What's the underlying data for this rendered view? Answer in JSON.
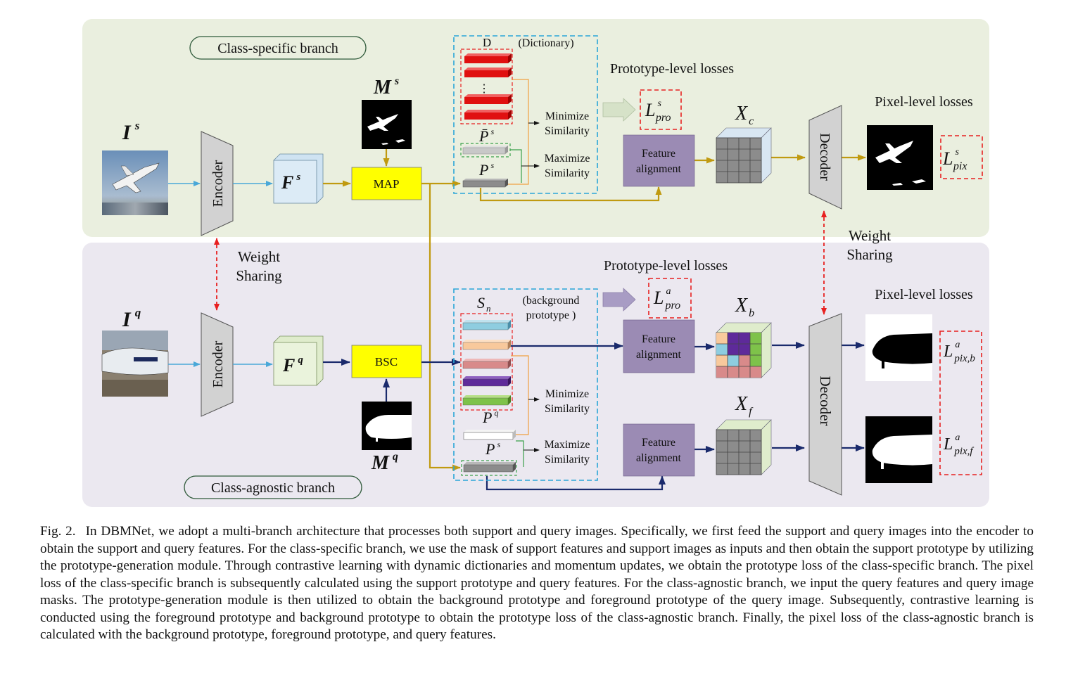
{
  "branches": {
    "specific": {
      "title": "Class-specific branch",
      "bg": "#eaefdf"
    },
    "agnostic": {
      "title": "Class-agnostic branch",
      "bg": "#ebe8f0"
    }
  },
  "labels": {
    "encoder": "Encoder",
    "decoder": "Decoder",
    "map": "MAP",
    "bsc": "BSC",
    "feature_alignment_1": "Feature",
    "feature_alignment_2": "alignment",
    "weight": "Weight",
    "sharing": "Sharing",
    "dictionary_d": "D",
    "dictionary": "(Dictionary)",
    "bg_proto_1": "(background",
    "bg_proto_2": "prototype )",
    "minimize": "Minimize",
    "maximize": "Maximize",
    "similarity": "Similarity",
    "prototype_losses": "Prototype-level losses",
    "pixel_losses": "Pixel-level losses",
    "ellipsis": "⋮"
  },
  "symbols": {
    "Is": {
      "base": "I",
      "sup": "s"
    },
    "Iq": {
      "base": "I",
      "sup": "q"
    },
    "Fs": {
      "base": "F",
      "sup": "s"
    },
    "Fq": {
      "base": "F",
      "sup": "q"
    },
    "Ms": {
      "base": "M",
      "sup": "s"
    },
    "Mq": {
      "base": "M",
      "sup": "q"
    },
    "Ps": {
      "base": "P",
      "sup": "s"
    },
    "Pq": {
      "base": "P",
      "sup": "q"
    },
    "Pbar": {
      "base": "P̄",
      "sup": "s"
    },
    "Sn": {
      "base": "S",
      "sub": "n"
    },
    "Xc": {
      "base": "X",
      "sub": "c"
    },
    "Xb": {
      "base": "X",
      "sub": "b"
    },
    "Xf": {
      "base": "X",
      "sub": "f"
    },
    "Lpro_s": {
      "base": "L",
      "sup": "s",
      "sub": "pro"
    },
    "Lpro_a": {
      "base": "L",
      "sup": "a",
      "sub": "pro"
    },
    "Lpix_s": {
      "base": "L",
      "sup": "s",
      "sub": "pix"
    },
    "Lpix_ab": {
      "base": "L",
      "sup": "a",
      "sub": "pix,b"
    },
    "Lpix_af": {
      "base": "L",
      "sup": "a",
      "sub": "pix,f"
    }
  },
  "colors": {
    "blue_arrow": "#4aa8d8",
    "gold_arrow": "#c09a10",
    "navy_arrow": "#1a2a6c",
    "red_dash": "#e82020",
    "cyan_dash": "#2aa6d8",
    "feature_box": "#9b8bb4",
    "map_box": "#ffff00"
  },
  "caption": {
    "fig": "Fig. 2.",
    "text": "In DBMNet, we adopt a multi-branch architecture that processes both support and query images. Specifically, we first feed the support and query images into the encoder to obtain the support and query features. For the class-specific branch, we use the mask of support features and support images as inputs and then obtain the support prototype by utilizing the prototype-generation module. Through contrastive learning with dynamic dictionaries and momentum updates, we obtain the prototype loss of the class-specific branch. The pixel loss of the class-specific branch is subsequently calculated using the support prototype and query features. For the class-agnostic branch, we input the query features and query image masks. The prototype-generation module is then utilized to obtain the background prototype and foreground prototype of the query image. Subsequently, contrastive learning is conducted using the foreground prototype and background prototype to obtain the prototype loss of the class-agnostic branch. Finally, the pixel loss of the class-agnostic branch is calculated with the background prototype, foreground prototype, and query features."
  }
}
